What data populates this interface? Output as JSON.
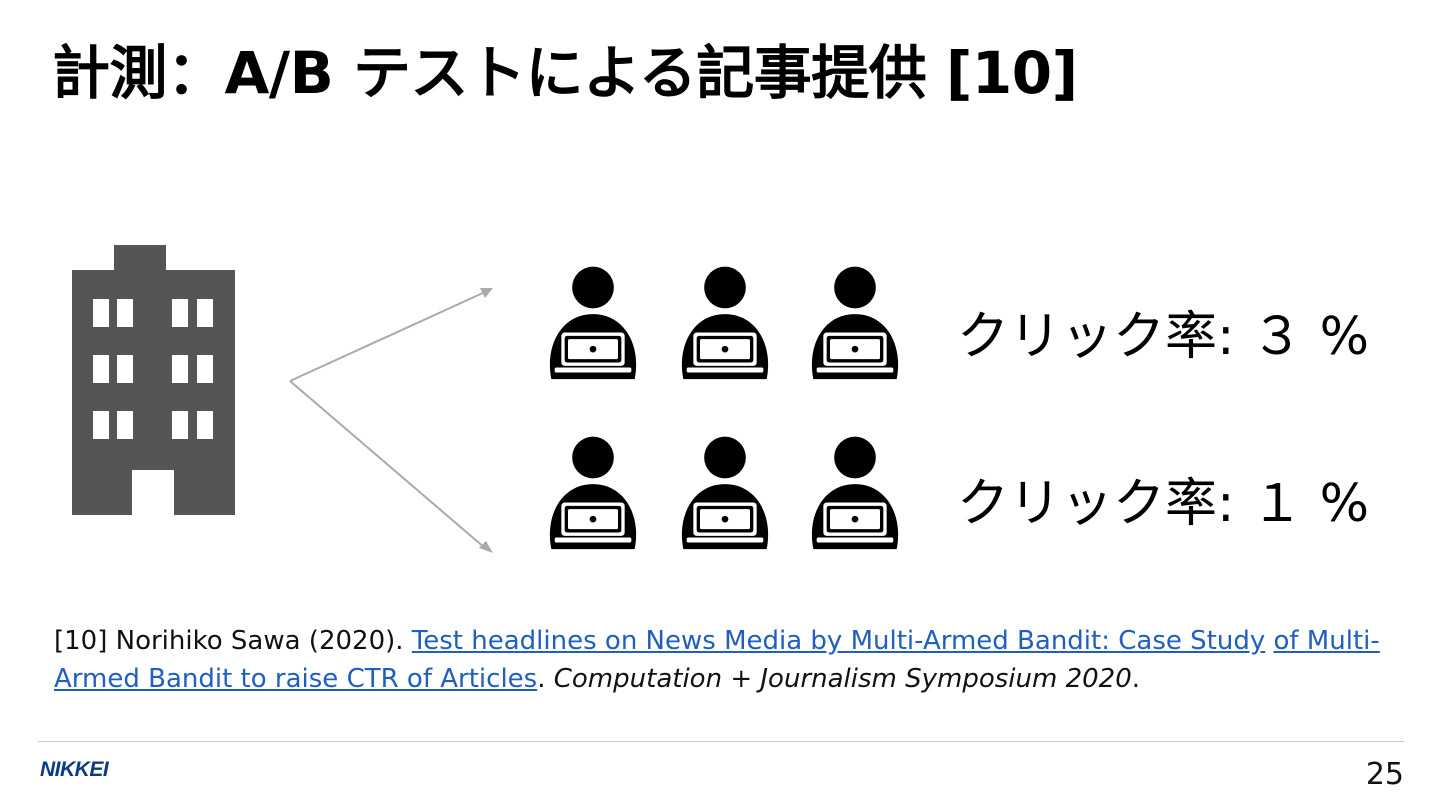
{
  "title": "計測：A/B テストによる記事提供 [10]",
  "rates": {
    "group_a": "クリック率: ３ %",
    "group_b": "クリック率: １ %"
  },
  "reference": {
    "prefix": "[10] Norihiko Sawa (2020). ",
    "link1": "Test headlines on News Media by Multi-Armed Bandit: Case Study",
    "link2": "of Multi-Armed Bandit to raise CTR of Articles",
    "period": ". ",
    "venue": "Computation + Journalism Symposium 2020",
    "suffix": "."
  },
  "footer": {
    "logo": "NIKKEI",
    "page_number": "25"
  },
  "icons": {
    "publisher": "building-icon",
    "users": "person-with-laptop-icon",
    "flow": "arrow-icon"
  },
  "colors": {
    "building": "#555555",
    "arrow": "#aaaaaa",
    "link": "#1f5fbf",
    "logo": "#0d3a87"
  }
}
